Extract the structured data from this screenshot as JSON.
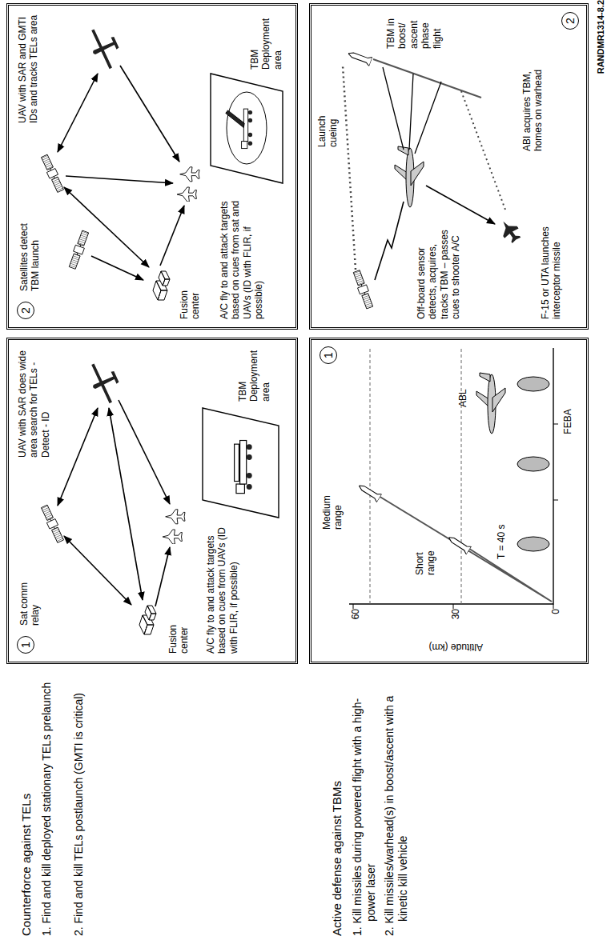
{
  "diagram": {
    "nodes": [
      {
        "text": [
          "1",
          "Sat comm relay",
          "UAV with SAR does wide area search for TELs - Detect - ID",
          "Fusion center",
          "A/C fly to and attack targets based on cues from UAVs (ID with FLIR, if possible)",
          "TBM Deployment area"
        ]
      },
      {
        "text": [
          "2",
          "Satellites detect TBM launch",
          "UAV with SAR and GMTI IDs and tracks TELs area",
          "Fusion center",
          "A/C fly to and attack targets based on cues from sat and UAVs (ID with FLIR, if possible)",
          "TBM Deployment area"
        ]
      },
      {
        "text": [
          "Medium range",
          "1",
          "Short range",
          "T = 40 s",
          "60",
          "30",
          "0",
          "Altitude (km)",
          "ABL",
          "FEBA"
        ]
      },
      {
        "text": [
          "Launch cueing",
          "TBM in boost/ ascent phase flight",
          "Off-board sensor detects, acquires, tracks TBM – passes cues to shooter A/C",
          "F-15 or UTA launches interceptor missile",
          "ABI acquires TBM, homes on warhead",
          "2"
        ]
      }
    ],
    "labels": [
      "RANDMR1314-8.2",
      "Counterforce against TELs",
      "1. Find and kill deployed stationary TELs prelaunch",
      "2. Find and kill TELs postlaunch (GMTI is critical)",
      "Active defense against TBMs",
      "1. Kill missiles during powered flight with a high-power laser",
      "2. Kill missiles/warhead(s) in boost/ascent with a kinetic kill vehicle"
    ]
  }
}
